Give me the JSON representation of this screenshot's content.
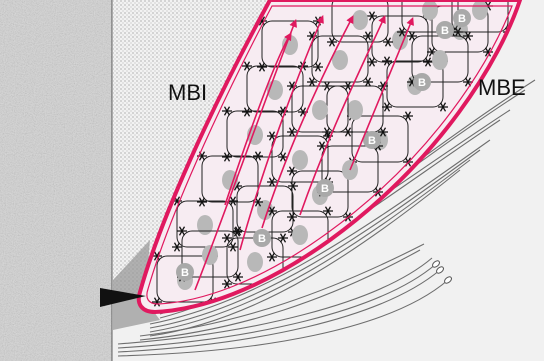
{
  "labels": {
    "left": "MBI",
    "right": "MBE",
    "cell_letter": "B"
  },
  "colors": {
    "tissue_left": "#d7d7d7",
    "dotted_region": "#eeeeee",
    "background_right": "#f1f1f1",
    "membrane": "#e0195f",
    "cell_fill": "#f7ecf2",
    "nucleus": "#b8b8b8",
    "arrow": "#e0195f",
    "pointer": "#111111"
  },
  "icons": [
    "arrowhead-pointer-icon"
  ]
}
